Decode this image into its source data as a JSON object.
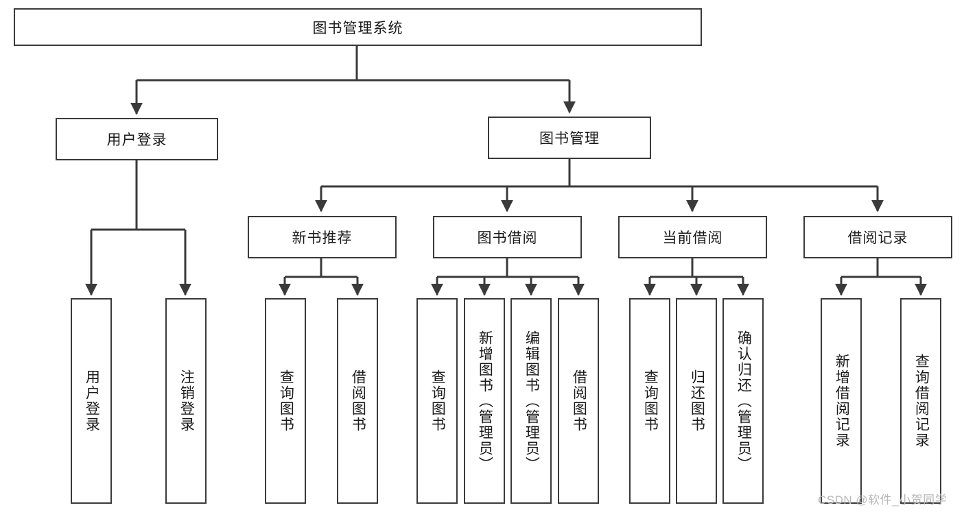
{
  "diagram": {
    "type": "tree-hierarchy",
    "title": "图书管理系统",
    "orientation": "top-down",
    "colors": {
      "stroke": "#3a3a3a",
      "fill": "#ffffff",
      "text": "#1a1a1a",
      "watermark": "#b8b8b8"
    },
    "levels": {
      "root": {
        "label": "图书管理系统"
      },
      "level2": [
        {
          "id": "user-login",
          "label": "用户登录"
        },
        {
          "id": "book-management",
          "label": "图书管理"
        }
      ],
      "level3": [
        {
          "id": "new-book-recommend",
          "label": "新书推荐",
          "parent": "book-management"
        },
        {
          "id": "book-borrow",
          "label": "图书借阅",
          "parent": "book-management"
        },
        {
          "id": "current-borrow",
          "label": "当前借阅",
          "parent": "book-management"
        },
        {
          "id": "borrow-record",
          "label": "借阅记录",
          "parent": "book-management"
        }
      ],
      "leaves": [
        {
          "id": "leaf-user-login",
          "label": "用户登录",
          "parent": "user-login"
        },
        {
          "id": "leaf-user-logout",
          "label": "注销登录",
          "parent": "user-login"
        },
        {
          "id": "leaf-query-book-1",
          "label": "查询图书",
          "parent": "new-book-recommend"
        },
        {
          "id": "leaf-borrow-book-1",
          "label": "借阅图书",
          "parent": "new-book-recommend"
        },
        {
          "id": "leaf-query-book-2",
          "label": "查询图书",
          "parent": "book-borrow"
        },
        {
          "id": "leaf-add-book",
          "label": "新增图书（管理员）",
          "parent": "book-borrow"
        },
        {
          "id": "leaf-edit-book",
          "label": "编辑图书（管理员）",
          "parent": "book-borrow"
        },
        {
          "id": "leaf-borrow-book-2",
          "label": "借阅图书",
          "parent": "book-borrow"
        },
        {
          "id": "leaf-query-book-3",
          "label": "查询图书",
          "parent": "current-borrow"
        },
        {
          "id": "leaf-return-book",
          "label": "归还图书",
          "parent": "current-borrow"
        },
        {
          "id": "leaf-confirm-return",
          "label": "确认归还（管理员）",
          "parent": "current-borrow"
        },
        {
          "id": "leaf-add-record",
          "label": "新增借阅记录",
          "parent": "borrow-record"
        },
        {
          "id": "leaf-query-record",
          "label": "查询借阅记录",
          "parent": "borrow-record"
        }
      ]
    },
    "watermark": "CSDN @软件_小贺同学"
  }
}
